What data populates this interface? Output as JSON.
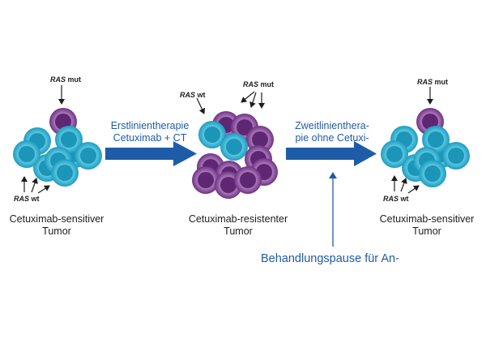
{
  "diagram": {
    "stages": [
      {
        "label_line1": "Cetuximab-sensitiver",
        "label_line2": "Tumor",
        "ras_top": {
          "gene": "RAS",
          "status": "mut"
        },
        "ras_bottom": {
          "gene": "RAS",
          "status": "wt"
        }
      },
      {
        "label_line1": "Cetuximab-resistenter",
        "label_line2": "Tumor",
        "ras_left": {
          "gene": "RAS",
          "status": "wt"
        },
        "ras_right": {
          "gene": "RAS",
          "status": "mut"
        }
      },
      {
        "label_line1": "Cetuximab-sensitiver",
        "label_line2": "Tumor",
        "ras_top": {
          "gene": "RAS",
          "status": "mut"
        },
        "ras_bottom": {
          "gene": "RAS",
          "status": "wt"
        }
      }
    ],
    "transitions": [
      {
        "line1": "Erstlinientherapie",
        "line2": "Cetuximab + CT"
      },
      {
        "line1": "Zweitlinienthera-",
        "line2": "pie ohne Cetuxi-"
      }
    ],
    "pause_label": "Behandlungspause für An-",
    "colors": {
      "arrow_blue": "#1f5ca8",
      "wt_cell": "#2aa8c8",
      "mut_cell": "#7a3a8c",
      "text_dark": "#1d1d1b"
    }
  }
}
